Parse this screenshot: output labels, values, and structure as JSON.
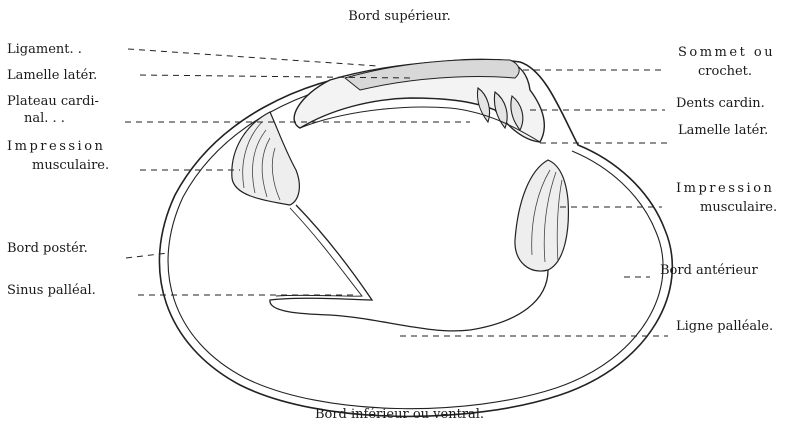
{
  "figure": {
    "top_label": "Bord supérieur.",
    "bottom_label": "Bord inférieur ou ventral.",
    "left_labels": {
      "ligament": "Ligament. .",
      "lamelle_laterale": "Lamelle latér.",
      "plateau_cardinal_1": "Plateau cardi-",
      "plateau_cardinal_2": "nal.   .   .",
      "impression_musculaire_1": "Impression",
      "impression_musculaire_2": "musculaire.",
      "bord_posterieur": "Bord postér.",
      "sinus_palleal": "Sinus palléal."
    },
    "right_labels": {
      "sommet_1": "Sommet ou",
      "sommet_2": "crochet.",
      "dents_cardinales": "Dents cardin.",
      "lamelle_laterale": "Lamelle latér.",
      "impression_musculaire_1": "Impression",
      "impression_musculaire_2": "musculaire.",
      "bord_anterieur": "Bord antérieur",
      "ligne_palleale": "Ligne palléale."
    }
  }
}
